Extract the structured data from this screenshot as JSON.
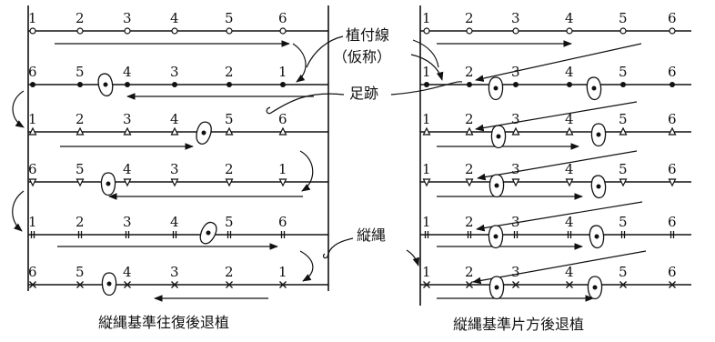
{
  "numbers": {
    "asc": [
      "1",
      "2",
      "3",
      "4",
      "5",
      "6"
    ],
    "desc": [
      "6",
      "5",
      "4",
      "3",
      "2",
      "1"
    ]
  },
  "labels": {
    "planting_line": [
      "植付線",
      "（仮称）"
    ],
    "footprint": "足跡",
    "string": "縦縄"
  },
  "captions": {
    "left": "縦縄基準往復後退植",
    "right": "縦縄基準片方後退植"
  }
}
